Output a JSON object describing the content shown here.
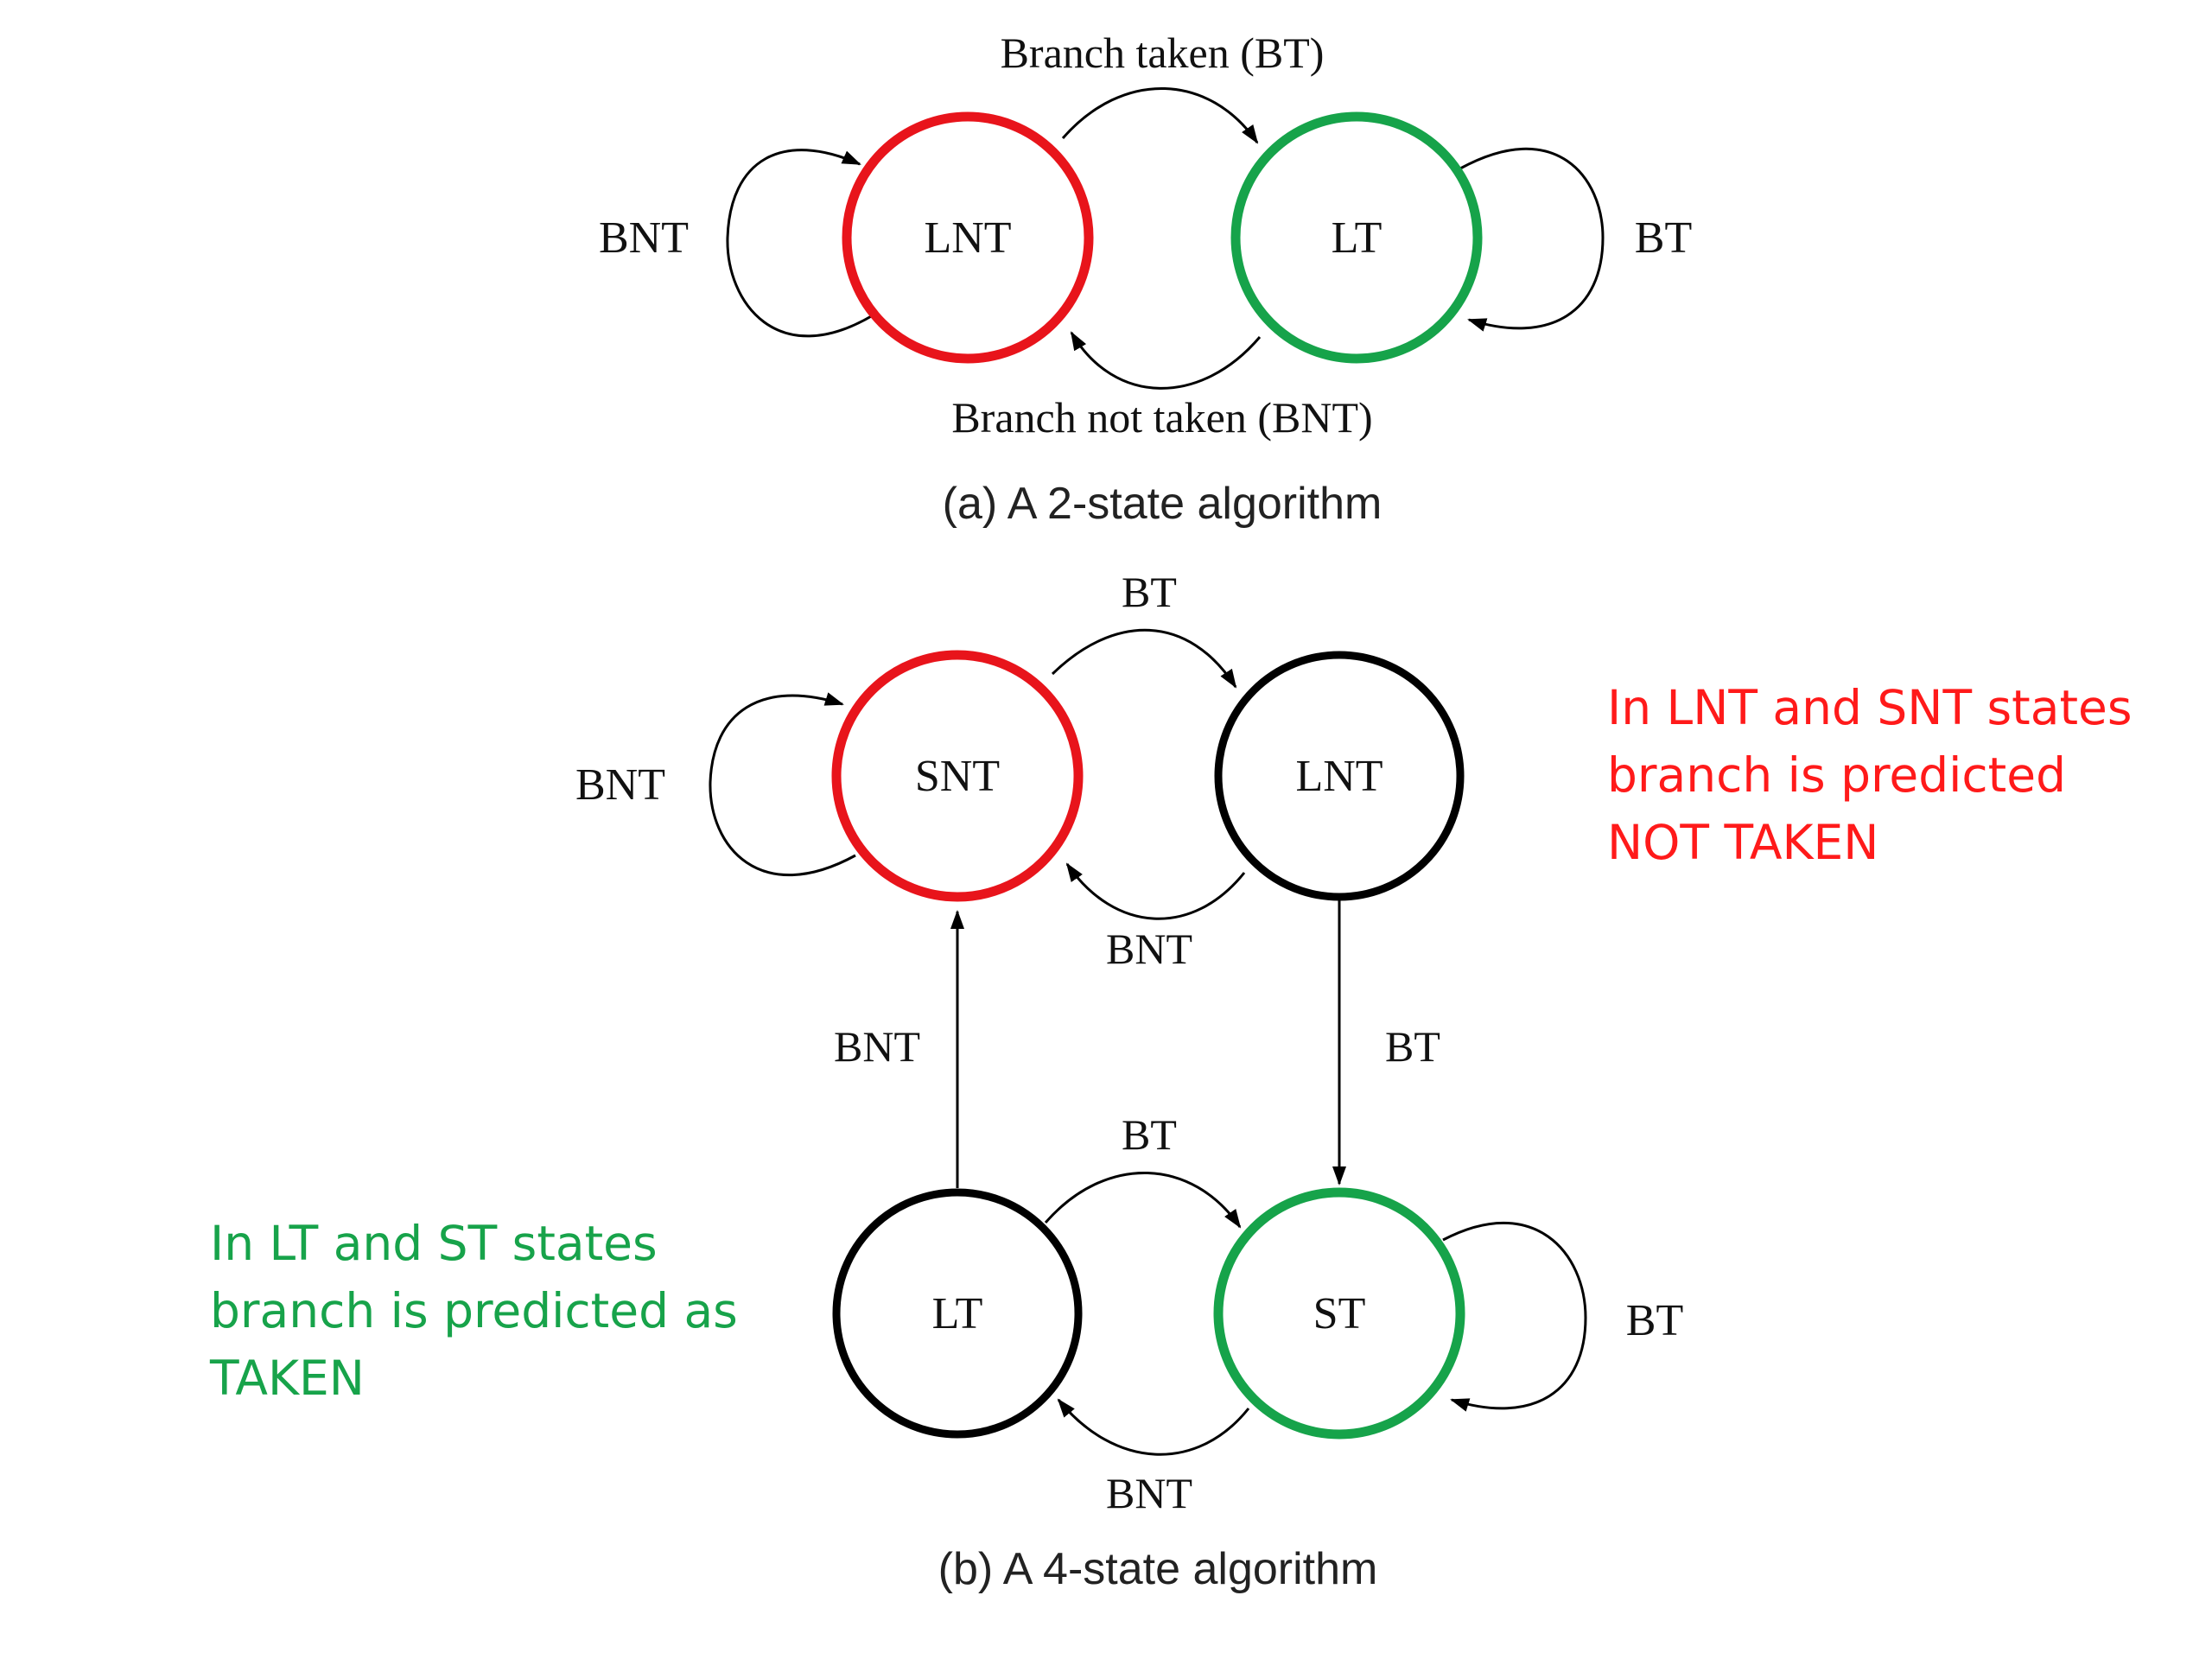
{
  "colors": {
    "not_taken": "#e8141b",
    "taken": "#16a34a",
    "neutral": "#000000",
    "note_not_taken": "#ff1a1a",
    "note_taken": "#17a34a"
  },
  "diagram_a": {
    "caption": "(a) A 2-state algorithm",
    "states": {
      "left": "LNT",
      "right": "LT"
    },
    "labels": {
      "top": "Branch taken (BT)",
      "bottom": "Branch not taken (BNT)",
      "left_loop": "BNT",
      "right_loop": "BT"
    }
  },
  "diagram_b": {
    "caption": "(b) A 4-state algorithm",
    "states": {
      "top_left": "SNT",
      "top_right": "LNT",
      "bottom_left": "LT",
      "bottom_right": "ST"
    },
    "labels": {
      "top_arc": "BT",
      "top_return": "BNT",
      "top_left_loop": "BNT",
      "left_vertical": "BNT",
      "right_vertical": "BT",
      "bottom_arc": "BT",
      "bottom_return": "BNT",
      "bottom_right_loop": "BT"
    }
  },
  "notes": {
    "not_taken": [
      "In LNT and SNT states",
      "branch is predicted",
      "NOT TAKEN"
    ],
    "taken": [
      "In LT and ST states",
      "branch is predicted as",
      "TAKEN"
    ]
  }
}
